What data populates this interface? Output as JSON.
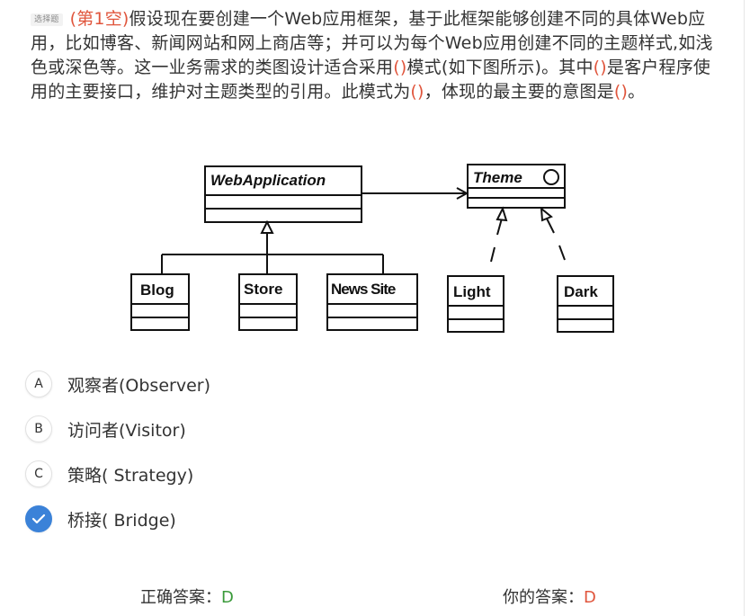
{
  "question": {
    "type_badge": "选择题",
    "blank_label": "(第1空)",
    "text_1": "假设现在要创建一个Web应用框架，基于此框架能够创建不同的具体Web应用，比如博客、新闻网站和网上商店等；并可以为每个Web应用创建不同的主题样式,如浅色或深色等。这一业务需求的类图设计适合采用",
    "blank_1": "()",
    "text_2": "模式(如下图所示)。其中",
    "blank_2": "()",
    "text_3": "是客户程序使用的主要接口，维护对主题类型的引用。此模式为",
    "blank_3": "()",
    "text_4": "，体现的最主要的意图是",
    "blank_4": "()",
    "text_5": "。"
  },
  "diagram": {
    "web_application": "WebApplication",
    "theme": "Theme",
    "blog": "Blog",
    "store": "Store",
    "news_site": "News Site",
    "light": "Light",
    "dark": "Dark"
  },
  "options": [
    {
      "letter": "A",
      "text": "观察者(Observer)",
      "selected": false
    },
    {
      "letter": "B",
      "text": "访问者(Visitor)",
      "selected": false
    },
    {
      "letter": "C",
      "text": "策略( Strategy)",
      "selected": false
    },
    {
      "letter": "D",
      "text": "桥接( Bridge)",
      "selected": true
    }
  ],
  "answers": {
    "correct_label": "正确答案：",
    "correct_value": "D",
    "yours_label": "你的答案：",
    "yours_value": "D"
  },
  "colors": {
    "highlight_red": "#e0553c",
    "selected_blue": "#3b82d8",
    "correct_green": "#3a9a3a"
  }
}
